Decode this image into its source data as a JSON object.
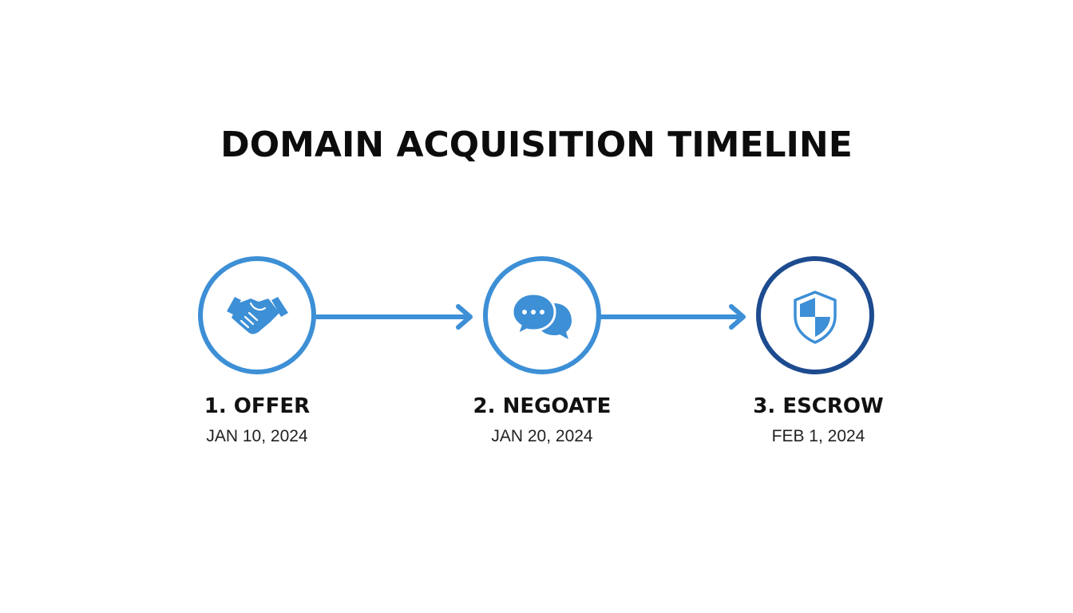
{
  "title": "DOMAIN ACQUISITION TIMELINE",
  "colors": {
    "accent": "#3d8fd6",
    "accent_dark": "#1d4b8f",
    "text": "#111111"
  },
  "steps": [
    {
      "label": "1. OFFER",
      "date": "JAN 10, 2024",
      "icon": "handshake-icon"
    },
    {
      "label": "2. NEGOATE",
      "date": "JAN 20, 2024",
      "icon": "chat-bubbles-icon"
    },
    {
      "label": "3. ESCROW",
      "date": "FEB 1, 2024",
      "icon": "shield-icon"
    }
  ]
}
